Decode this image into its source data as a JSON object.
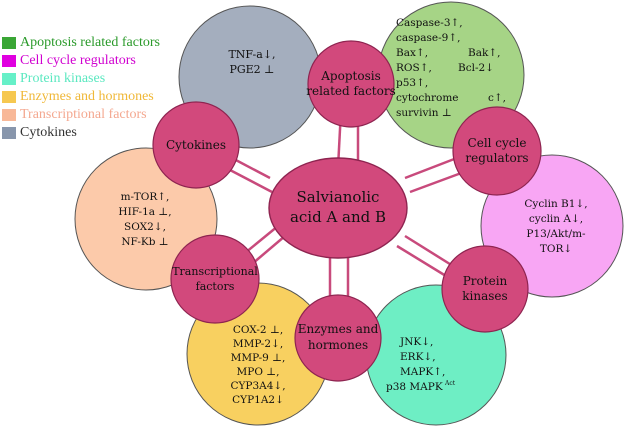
{
  "center": {
    "line1": "Salvianolic",
    "line2": "acid A and B"
  },
  "categories": {
    "apoptosis": {
      "line1": "Apoptosis",
      "line2": "related factors"
    },
    "cell_cycle": {
      "line1": "Cell cycle",
      "line2": "regulators"
    },
    "protein_kinases": {
      "line1": "Protein",
      "line2": "kinases"
    },
    "enzymes": {
      "line1": "Enzymes and",
      "line2": "hormones"
    },
    "transcriptional": {
      "line1": "Transcriptional",
      "line2": "factors"
    },
    "cytokines": {
      "line1": "Cytokines"
    }
  },
  "details": {
    "cytokines": [
      "TNF-a↓,",
      "PGE2 ⊥"
    ],
    "apoptosis": [
      "Caspase-3↑,",
      "caspase-9↑,",
      "Bax↑,",
      "Bak↑,",
      "ROS↑,",
      "Bcl-2↓",
      "p53↑,",
      "cytochrome",
      "c↑,",
      "survivin ⊥"
    ],
    "cell_cycle": [
      "Cyclin B1↓,",
      "cyclin A↓,",
      "P13/Akt/m-",
      "TOR↓"
    ],
    "transcriptional": [
      "m-TOR↑,",
      "HIF-1a ⊥,",
      "SOX2↓,",
      "NF-Kb ⊥"
    ],
    "enzymes": [
      "COX-2 ⊥,",
      "MMP-2↓,",
      "MMP-9 ⊥,",
      "MPO ⊥,",
      "CYP3A4↓,",
      "CYP1A2↓"
    ],
    "protein_kinases": [
      "JNK↓,",
      "ERK↓,",
      "MAPK↑,",
      "p38 MAPK",
      "Act"
    ]
  },
  "legend": [
    {
      "label": "Apoptosis related factors",
      "color": "#3aa635",
      "text_color": "#2a9a2a"
    },
    {
      "label": "Cell cycle regulators",
      "color": "#e000e0",
      "text_color": "#d000d0"
    },
    {
      "label": "Protein kinases",
      "color": "#66f0c8",
      "text_color": "#5ae8c0"
    },
    {
      "label": "Enzymes and hormones",
      "color": "#f6c850",
      "text_color": "#f0b838"
    },
    {
      "label": "Transcriptional factors",
      "color": "#f8b898",
      "text_color": "#f4a890"
    },
    {
      "label": "Cytokines",
      "color": "#8896ac",
      "text_color": "#333333"
    }
  ],
  "colors": {
    "hub": "#d2497c",
    "hub_stroke": "#8e2450",
    "apoptosis_fill": "#a6d486",
    "cell_cycle_fill": "#f8a6f4",
    "protein_kinases_fill": "#6eeec4",
    "enzymes_fill": "#f8d060",
    "transcriptional_fill": "#fccaaa",
    "cytokines_fill": "#a4aebe",
    "connector": "#c84a7c"
  }
}
